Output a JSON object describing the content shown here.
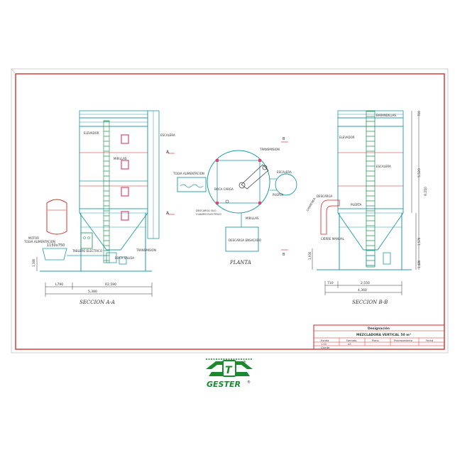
{
  "views": {
    "section_a_title": "SECCION A-A",
    "plan_title": "PLANTA",
    "section_b_title": "SECCION B-B"
  },
  "section_a": {
    "labels": {
      "elevador": "ELEVADOR",
      "mirillas": "MIRILLAS",
      "escalera": "ESCALERA",
      "tolva_alimentacion": "TOLVA ALIMENTACION",
      "motor": "MOTOR",
      "tablero_electrico": "TABLERO ELECTRICO",
      "boca_salida": "BOCA SALIDA",
      "transmision": "TRANSMISION"
    },
    "dims": {
      "tolva_size": "1150x750",
      "d1": "L790",
      "d2": "R2,590",
      "total": "5,380",
      "height": "1,380"
    }
  },
  "plan": {
    "labels": {
      "transmision": "TRANSMISION",
      "tolva_alimentacion": "TOLVA ALIMENTACION",
      "boca_carga": "BOCA CARGA",
      "descarga_silo": "DESCARGA SILO",
      "cuadro_electrico": "CUADRO ELECTRICO",
      "mirillas": "MIRILLAS",
      "escalera": "ESCALERA",
      "puerta": "PUERTA",
      "descarga_ensacado": "DESCARGA ENSACADO"
    },
    "section_marks": [
      "A",
      "A",
      "B",
      "B"
    ]
  },
  "section_b": {
    "labels": {
      "barandillas": "BARANDILLAS",
      "elevador": "ELEVADOR",
      "escalera": "ESCALERA",
      "descarga": "DESCARGA",
      "puerta": "PUERTA",
      "chimenea": "CHIMENEA",
      "cierre_manual": "CIERRE MANUAL"
    },
    "dims": {
      "top": "710",
      "total_height": "9,210",
      "mid_height": "5,520",
      "cone_height": "1,570",
      "base_height": "1,480",
      "left_base": "1,930",
      "d1": "710",
      "d2": "2,550",
      "total": "4,360"
    }
  },
  "title_block": {
    "header": "Designación",
    "title": "MEZCLADORA VERTICAL 50 m³",
    "columns": [
      "Escala",
      "Formato",
      "Plano",
      "Procesamiento",
      "Fecha"
    ],
    "values": [
      "1:50",
      "A3",
      "",
      "",
      ""
    ],
    "cliente_label": "Cliente"
  },
  "logo": {
    "word": "GESTER",
    "mark": "®"
  },
  "colors": {
    "frame_red": "#d4201f",
    "structure_teal": "#1f9aa8",
    "ladder_green": "#2e9a5a",
    "dimension_dark": "#333333",
    "logo_green": "#1b8a2e",
    "accent_pink": "#d9487a"
  }
}
